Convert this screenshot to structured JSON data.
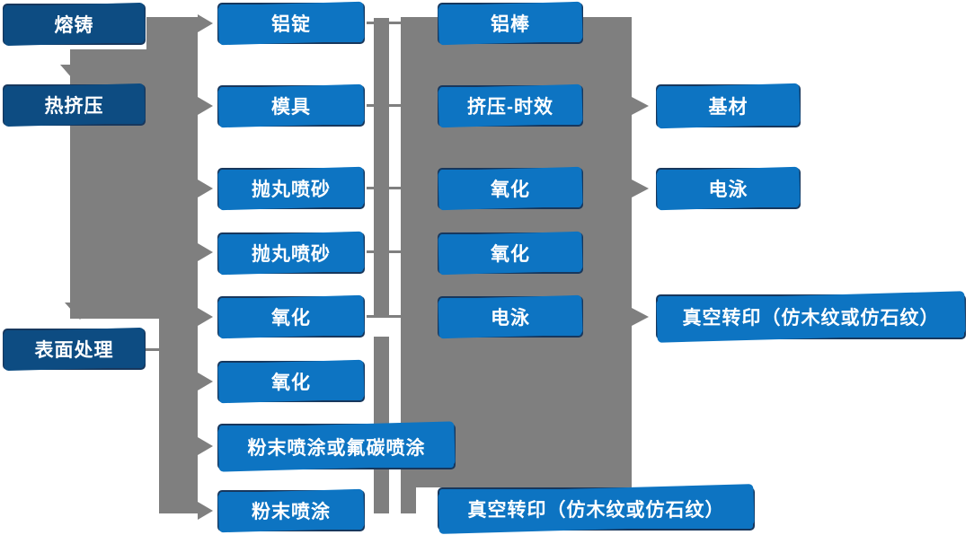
{
  "diagram_title": "",
  "nodes": {
    "melting_casting": "熔铸",
    "hot_extrusion": "热挤压",
    "surface_treatment": "表面处理",
    "aluminum_ingot": "铝锭",
    "mold": "模具",
    "shot_blasting_1": "抛丸喷砂",
    "shot_blasting_2": "抛丸喷砂",
    "oxidation_1": "氧化",
    "oxidation_2": "氧化",
    "powder_or_fluorocarbon_coating": "粉末喷涂或氟碳喷涂",
    "powder_coating": "粉末喷涂",
    "aluminum_rod": "铝棒",
    "extrusion_aging": "挤压-时效",
    "oxidation_3": "氧化",
    "oxidation_4": "氧化",
    "electrophoresis_1": "电泳",
    "vacuum_transfer_print_1": "真空转印（仿木纹或仿石纹）",
    "base_material": "基材",
    "electrophoresis_2": "电泳",
    "vacuum_transfer_print_2": "真空转印（仿木纹或仿石纹）"
  },
  "colors": {
    "stage_box_fill": "#0d4c82",
    "process_box_fill": "#0d74c2",
    "box_border": "#17375d",
    "connector_gray": "#7f7f7f",
    "text": "#ffffff",
    "background": "#ffffff"
  }
}
